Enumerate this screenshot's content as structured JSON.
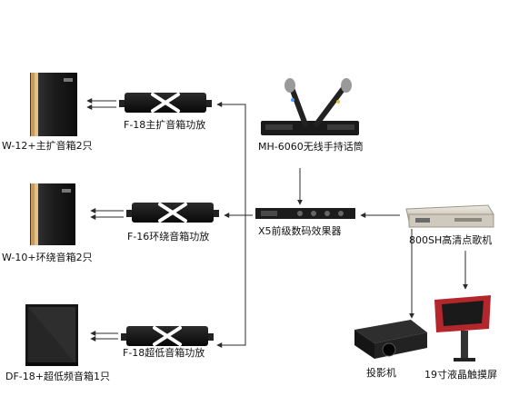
{
  "diagram": {
    "labels": {
      "speaker_main": "W-12+主扩音箱2只",
      "speaker_surround": "W-10+环绕音箱2只",
      "speaker_sub": "DF-18+超低频音箱1只",
      "amp_main": "F-18主扩音箱功放",
      "amp_surround": "F-16环绕音箱功放",
      "amp_sub": "F-18超低音箱功放",
      "mic": "MH-6060无线手持话筒",
      "effects": "X5前级数码效果器",
      "player": "800SH高清点歌机",
      "projector": "投影机",
      "touchscreen": "19寸液晶触摸屏"
    },
    "colors": {
      "line": "#2b2b2b",
      "speaker_body": "#1a1a1a",
      "speaker_trim": "#c79a5a",
      "amp_body": "#141414",
      "player_body": "#d8d4c6",
      "touch_frame": "#b3262b"
    }
  }
}
